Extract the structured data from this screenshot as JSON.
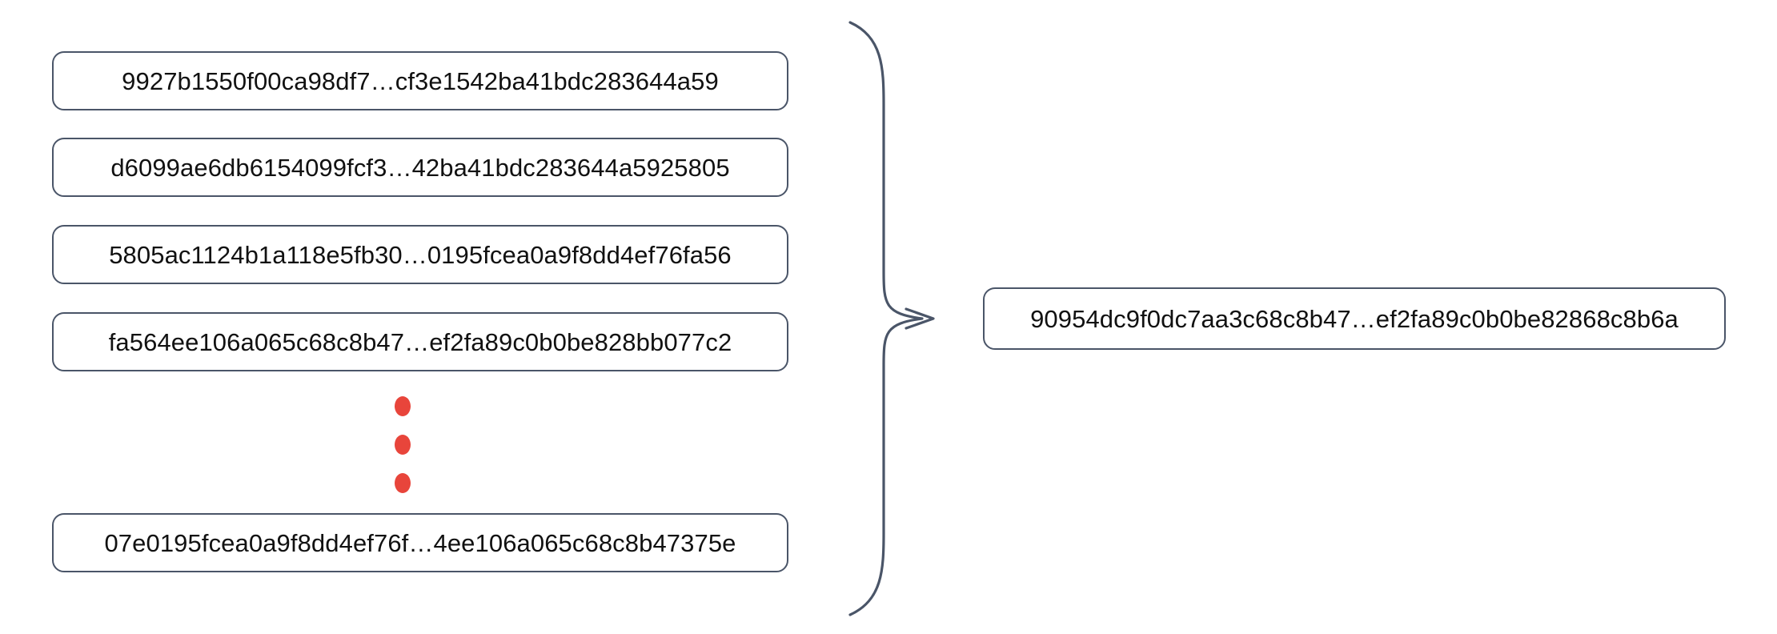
{
  "diagram": {
    "title": "merkle-hash-aggregation",
    "accent_color": "#e8453b",
    "border_color": "#4a5568",
    "text_color": "#111111",
    "background_color": "#ffffff",
    "inputs": [
      {
        "id": "hash-1",
        "text": "9927b1550f00ca98df7…cf3e1542ba41bdc283644a59"
      },
      {
        "id": "hash-2",
        "text": "d6099ae6db6154099fcf3…42ba41bdc283644a5925805"
      },
      {
        "id": "hash-3",
        "text": "5805ac1124b1a118e5fb30…0195fcea0a9f8dd4ef76fa56"
      },
      {
        "id": "hash-4",
        "text": "fa564ee106a065c68c8b47…ef2fa89c0b0be828bb077c2"
      },
      {
        "id": "hash-last",
        "text": "07e0195fcea0a9f8dd4ef76f…4ee106a065c68c8b47375e"
      }
    ],
    "ellipsis": {
      "name": "vertical-ellipsis-dots",
      "count": 3,
      "color": "#e8453b"
    },
    "connector": {
      "name": "curly-brace-right-pointing",
      "direction": "right"
    },
    "output": {
      "id": "hash-result",
      "text": "90954dc9f0dc7aa3c68c8b47…ef2fa89c0b0be82868c8b6a"
    }
  }
}
